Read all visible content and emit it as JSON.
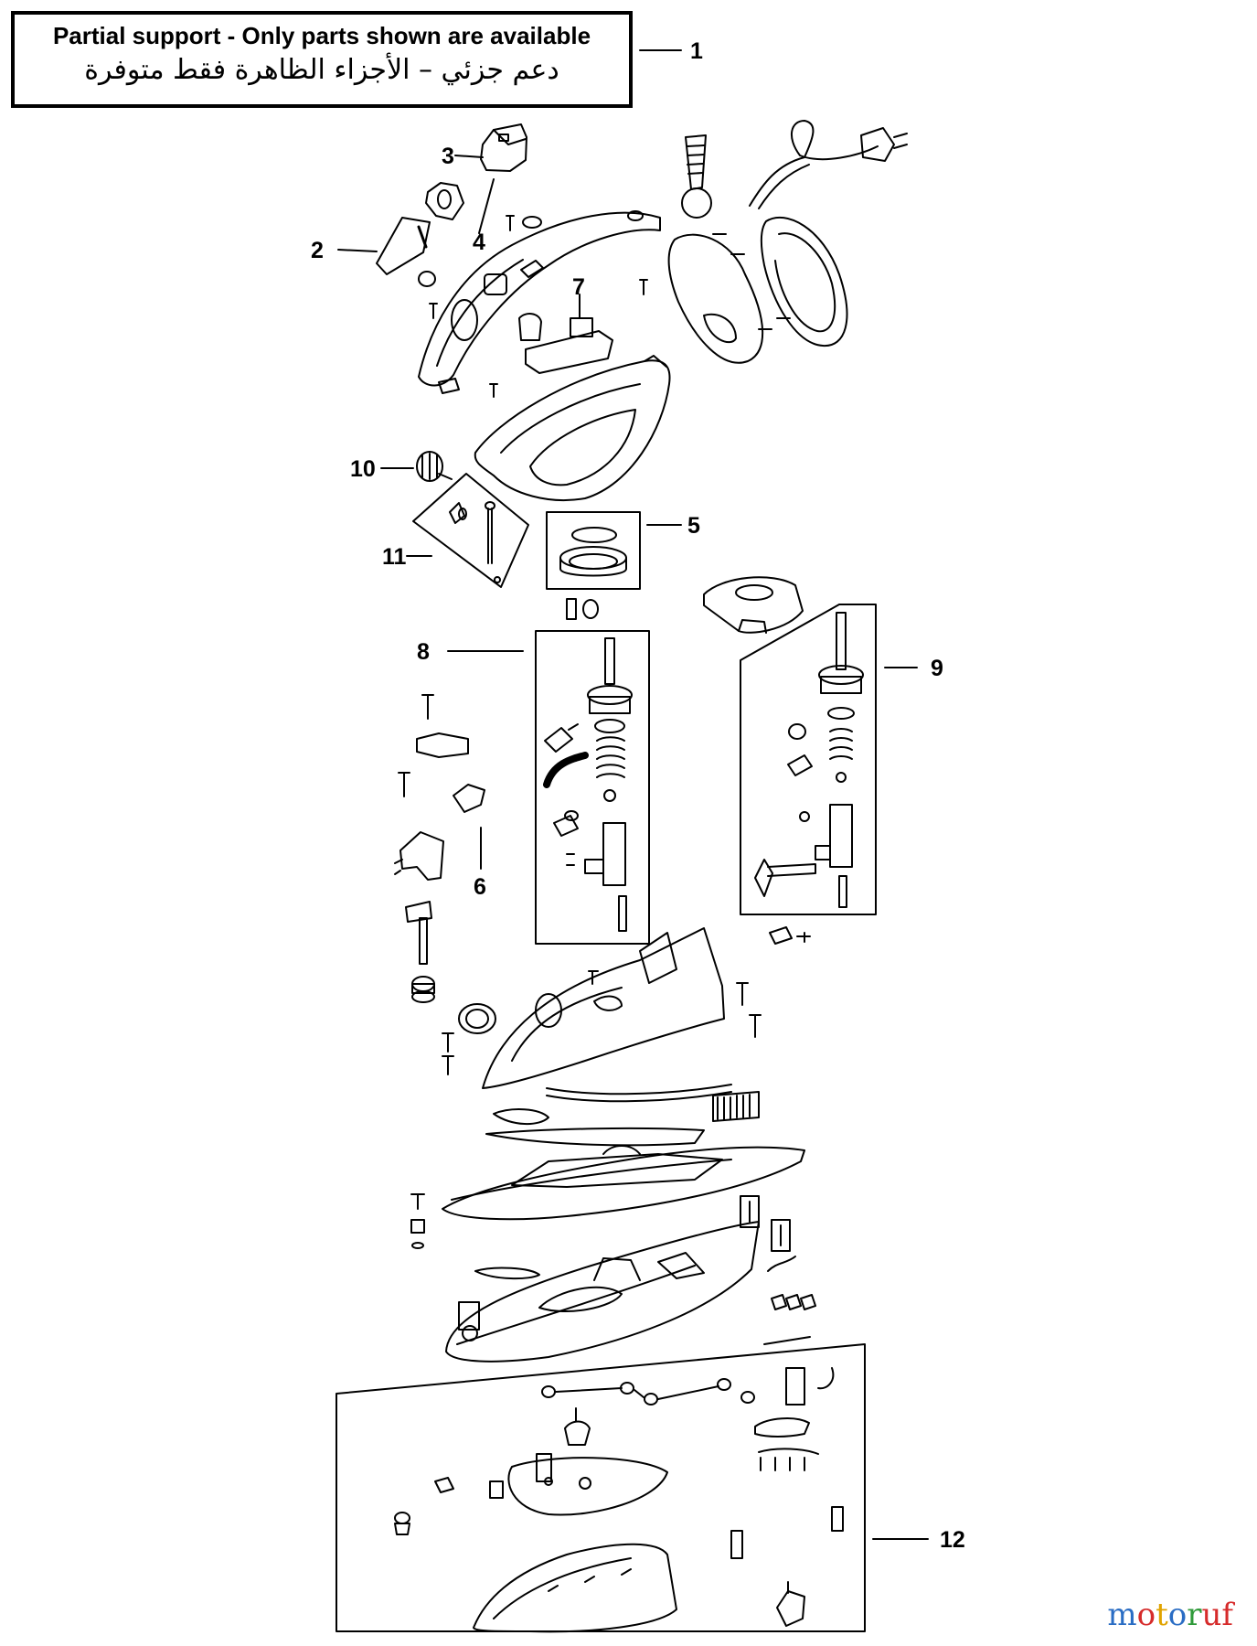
{
  "notice": {
    "english": "Partial support - Only parts shown are available",
    "arabic": "دعم جزئي – الأجزاء الظاهرة فقط متوفرة"
  },
  "callouts": [
    "1",
    "2",
    "3",
    "4",
    "5",
    "6",
    "7",
    "8",
    "9",
    "10",
    "11",
    "12"
  ],
  "watermark": {
    "text": "motoruf",
    "colors": [
      "#2a6dc4",
      "#d62b2b",
      "#e0a300",
      "#2a6dc4",
      "#2f9a3a",
      "#d62b2b",
      "#d62b2b"
    ]
  }
}
